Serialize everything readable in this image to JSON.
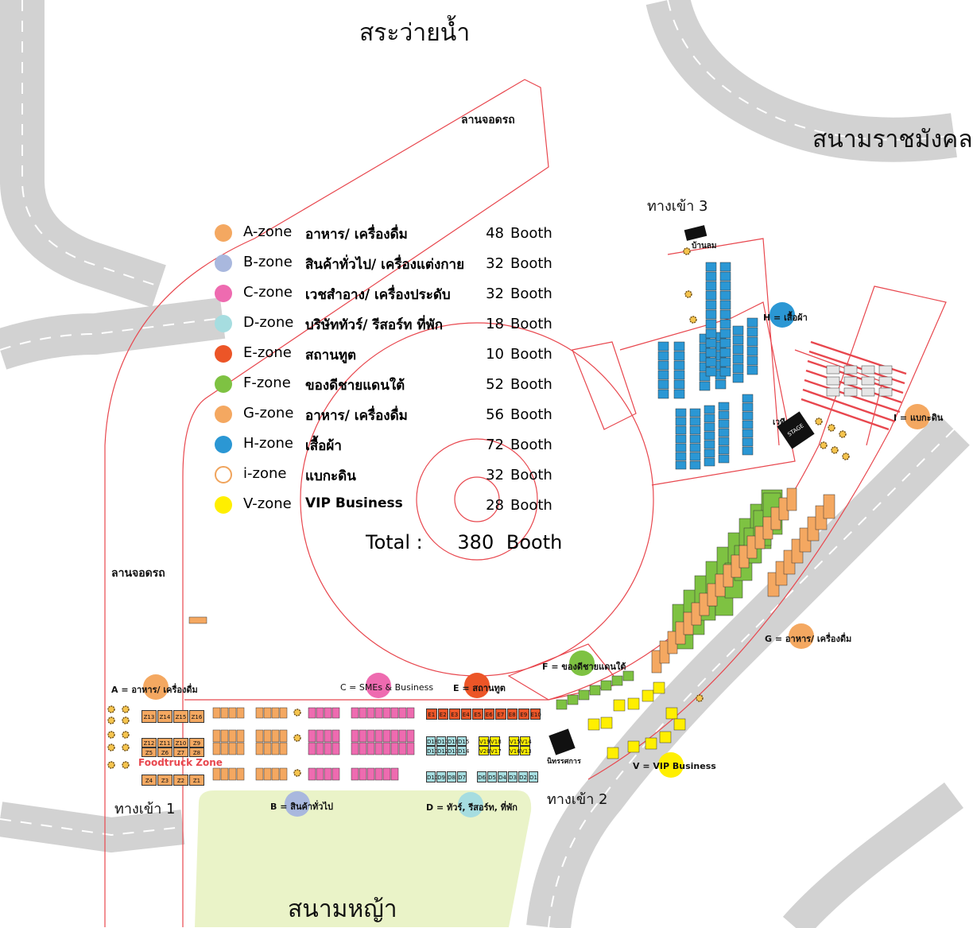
{
  "places": {
    "top": "สระว่ายน้ำ",
    "right": "สนามราชมังคล",
    "bottom": "สนามหญ้า"
  },
  "parking": {
    "top": "ลานจอดรถ",
    "left": "ลานจอดรถ"
  },
  "gates": {
    "gate1": "ทางเข้า 1",
    "gate2": "ทางเข้า 2",
    "gate3": "ทางเข้า 3"
  },
  "legend": [
    {
      "zone": "A-zone",
      "desc": "อาหาร/ เครื่องดื่ม",
      "count": "48",
      "unit": "Booth",
      "color": "#f4a861"
    },
    {
      "zone": "B-zone",
      "desc": "สินค้าทั่วไป/ เครื่องแต่งกาย",
      "count": "32",
      "unit": "Booth",
      "color": "#a9b8de"
    },
    {
      "zone": "C-zone",
      "desc": "เวชสำอาง/ เครื่องประดับ",
      "count": "32",
      "unit": "Booth",
      "color": "#ee6bb0"
    },
    {
      "zone": "D-zone",
      "desc": "บริษัททัวร์/ รีสอร์ท ที่พัก",
      "count": "18",
      "unit": "Booth",
      "color": "#a6dde0"
    },
    {
      "zone": "E-zone",
      "desc": "สถานทูต",
      "count": "10",
      "unit": "Booth",
      "color": "#ec5527"
    },
    {
      "zone": "F-zone",
      "desc": "ของดีชายแดนใต้",
      "count": "52",
      "unit": "Booth",
      "color": "#7ec242"
    },
    {
      "zone": "G-zone",
      "desc": "อาหาร/ เครื่องดื่ม",
      "count": "56",
      "unit": "Booth",
      "color": "#f4a861"
    },
    {
      "zone": "H-zone",
      "desc": "เสื้อผ้า",
      "count": "72",
      "unit": "Booth",
      "color": "#2b97d4"
    },
    {
      "zone": "i-zone",
      "desc": "แบกะดิน",
      "count": "32",
      "unit": "Booth",
      "color": "#ffffff"
    },
    {
      "zone": "V-zone",
      "desc": "VIP Business",
      "count": "28",
      "unit": "Booth",
      "color": "#ffef00"
    }
  ],
  "total": {
    "label": "Total :",
    "value": "380",
    "unit": "Booth"
  },
  "markers": {
    "a": "A = อาหาร/ เครื่องดื่ม",
    "b": "B = สินค้าทั่วไป",
    "c": "C = SMEs & Business",
    "d": "D = ทัวร์, รีสอร์ท, ที่พัก",
    "e": "E = สถานทูต",
    "f": "F = ของดีชายแดนใต้",
    "g": "G = อาหาร/ เครื่องดื่ม",
    "h": "H = เสื้อผ้า",
    "i": "I = แบกะดิน",
    "v": "V = VIP Business"
  },
  "facilities": {
    "foodtruck": "Foodtruck Zone",
    "activity": "นิทรรศการ",
    "stage": "STAGE",
    "stage_label": "เวที",
    "bannlom": "บ้านลม"
  },
  "booth_rows": {
    "z_row1": [
      "Z13",
      "Z14",
      "Z15",
      "Z16"
    ],
    "z_row2": [
      "Z12",
      "Z11",
      "Z10",
      "Z9"
    ],
    "z_row3": [
      "Z5",
      "Z6",
      "Z7",
      "Z8"
    ],
    "z_row4": [
      "Z4",
      "Z3",
      "Z2",
      "Z1"
    ],
    "e_row": [
      "E1",
      "E2",
      "E3",
      "E4",
      "E5",
      "E6",
      "E7",
      "E8",
      "E9",
      "E10"
    ],
    "d_row1": [
      "D18",
      "D17",
      "D16",
      "D15"
    ],
    "d_row2": [
      "D11",
      "D12",
      "D13",
      "D14"
    ],
    "d_row3": [
      "D10",
      "D9",
      "D8",
      "D7"
    ],
    "d_row4": [
      "D6",
      "D5",
      "D4",
      "D3",
      "D2",
      "D1"
    ],
    "v_row1": [
      "V19",
      "V18"
    ],
    "v_row2": [
      "V20",
      "V17"
    ],
    "v_row3": [
      "V15",
      "V14"
    ],
    "v_row4": [
      "V16",
      "V13"
    ]
  },
  "colors": {
    "road": "#d4d4d4",
    "road_dash": "#ffffff",
    "boundary": "#e8474e",
    "grass": "#eaf3c8",
    "a": "#f4a861",
    "b": "#a9b8de",
    "c": "#ee6bb0",
    "d": "#a6dde0",
    "e": "#ec5527",
    "f": "#7ec242",
    "g": "#f4a861",
    "h": "#2b97d4",
    "v": "#ffef00"
  }
}
